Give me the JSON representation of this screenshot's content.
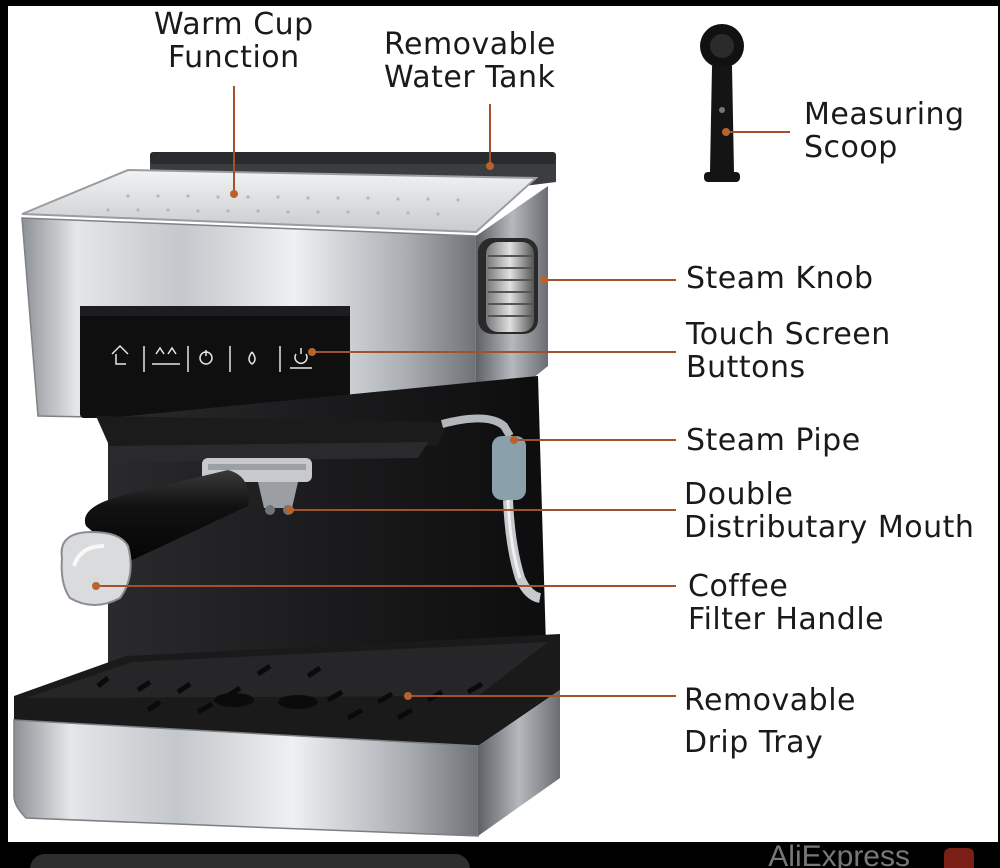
{
  "labels": {
    "warm_cup": [
      "Warm Cup",
      "Function"
    ],
    "water_tank": [
      "Removable",
      "Water Tank"
    ],
    "scoop": [
      "Measuring",
      "Scoop"
    ],
    "steam_knob": [
      "Steam Knob"
    ],
    "touch_screen": [
      "Touch Screen",
      "Buttons"
    ],
    "steam_pipe": [
      "Steam Pipe"
    ],
    "double_mouth": [
      "Double",
      "Distributary Mouth"
    ],
    "filter_handle": [
      "Coffee",
      "Filter Handle"
    ],
    "drip_tray": [
      "Removable",
      "Drip Tray"
    ]
  },
  "watermark": "AliExpress",
  "colors": {
    "leader": "#a0522d",
    "dot": "#b8632e",
    "label_text": "#1a1a1a",
    "steel": "#c9ccd0",
    "panel": "#111111"
  }
}
